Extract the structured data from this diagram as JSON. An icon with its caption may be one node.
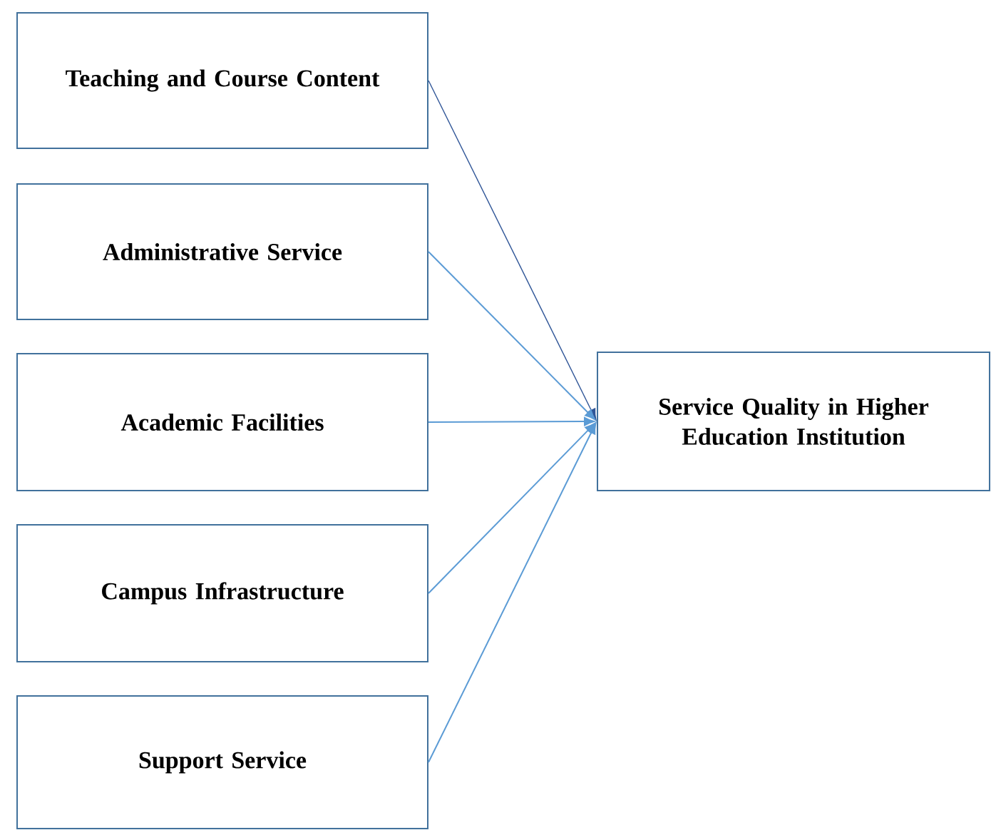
{
  "diagram": {
    "nodes": [
      {
        "text": [
          "Teaching and Course Content"
        ]
      },
      {
        "text": [
          "Administrative Service"
        ]
      },
      {
        "text": [
          "Academic Facilities"
        ]
      },
      {
        "text": [
          "Campus Infrastructure"
        ]
      },
      {
        "text": [
          "Support Service"
        ]
      },
      {
        "text": [
          "Service Quality in Higher Education Institution"
        ]
      }
    ],
    "edges": [
      {
        "from": 0,
        "to": 5,
        "arrow": "to",
        "color": "#2f5597"
      },
      {
        "from": 1,
        "to": 5,
        "arrow": "to"
      },
      {
        "from": 2,
        "to": 5,
        "arrow": "to"
      },
      {
        "from": 3,
        "to": 5,
        "arrow": "to"
      },
      {
        "from": 4,
        "to": 5,
        "arrow": "to"
      }
    ]
  }
}
